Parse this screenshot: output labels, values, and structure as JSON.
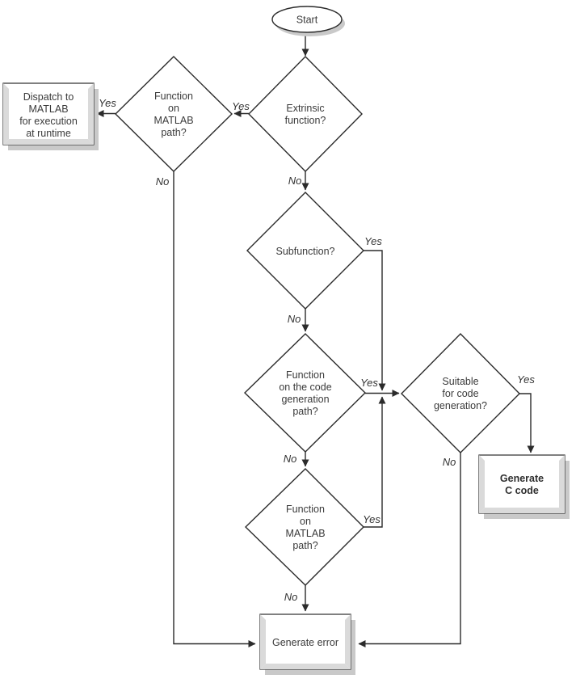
{
  "page": {
    "background": "#ffffff"
  },
  "colors": {
    "line": "#2b2b2b",
    "text": "#3a3a3a",
    "node_fill": "#ffffff",
    "drop_shadow": "#c9c9c9",
    "bevel_gray": "#dadada"
  },
  "flowchart": {
    "start": {
      "label": "Start"
    },
    "decisions": {
      "extrinsic": {
        "lines": [
          "Extrinsic",
          "function?"
        ]
      },
      "function_on_matlab_path_upper": {
        "lines": [
          "Function",
          "on",
          "MATLAB",
          "path?"
        ]
      },
      "subfunction": {
        "lines": [
          "Subfunction?"
        ]
      },
      "function_on_codegen_path": {
        "lines": [
          "Function",
          "on the code",
          "generation",
          "path?"
        ]
      },
      "suitable_for_codegen": {
        "lines": [
          "Suitable",
          "for code",
          "generation?"
        ]
      },
      "function_on_matlab_path_lower": {
        "lines": [
          "Function",
          "on",
          "MATLAB",
          "path?"
        ]
      }
    },
    "processes": {
      "dispatch": {
        "lines": [
          "Dispatch to",
          "MATLAB",
          "for execution",
          "at runtime"
        ]
      },
      "generate_c_code": {
        "lines": [
          "Generate",
          "C code"
        ]
      },
      "generate_error": {
        "lines": [
          "Generate error"
        ]
      }
    },
    "edge_labels": {
      "extrinsic_yes": "Yes",
      "extrinsic_no": "No",
      "upper_matlab_yes": "Yes",
      "upper_matlab_no": "No",
      "subfunction_yes": "Yes",
      "subfunction_no": "No",
      "codegen_path_yes": "Yes",
      "codegen_path_no": "No",
      "suitable_yes": "Yes",
      "suitable_no": "No",
      "lower_matlab_yes": "Yes",
      "lower_matlab_no": "No"
    }
  }
}
